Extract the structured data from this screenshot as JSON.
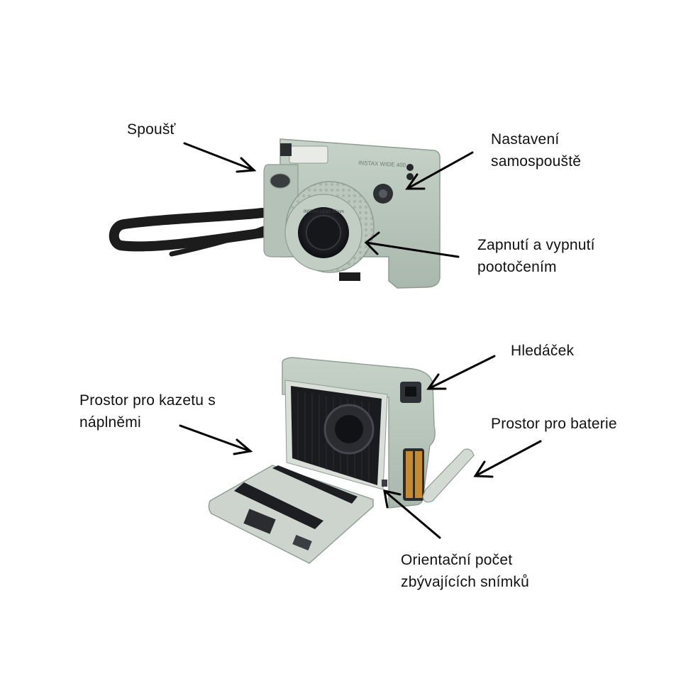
{
  "labels": {
    "shutter": "Spoušť",
    "timer_line1": "Nastavení",
    "timer_line2": "samospouště",
    "power_line1": "Zapnutí  a  vypnutí",
    "power_line2": "pootočením",
    "viewfinder": "Hledáček",
    "cartridge_line1": "Prostor pro kazetu s",
    "cartridge_line2": "náplněmi",
    "battery": "Prostor pro baterie",
    "counter_line1": "Orientační počet",
    "counter_line2": "zbývajících snímků"
  },
  "camera_text": {
    "brand": "INSTAX WIDE 400",
    "lens_ring": "INSTAX LENS 95mm"
  },
  "colors": {
    "body": "#b9c6bb",
    "body_shadow": "#98a79b",
    "strap": "#1c1c1c",
    "lens": "#222428",
    "arrow": "#000000"
  },
  "icons": {
    "arrow": "arrow-icon"
  }
}
